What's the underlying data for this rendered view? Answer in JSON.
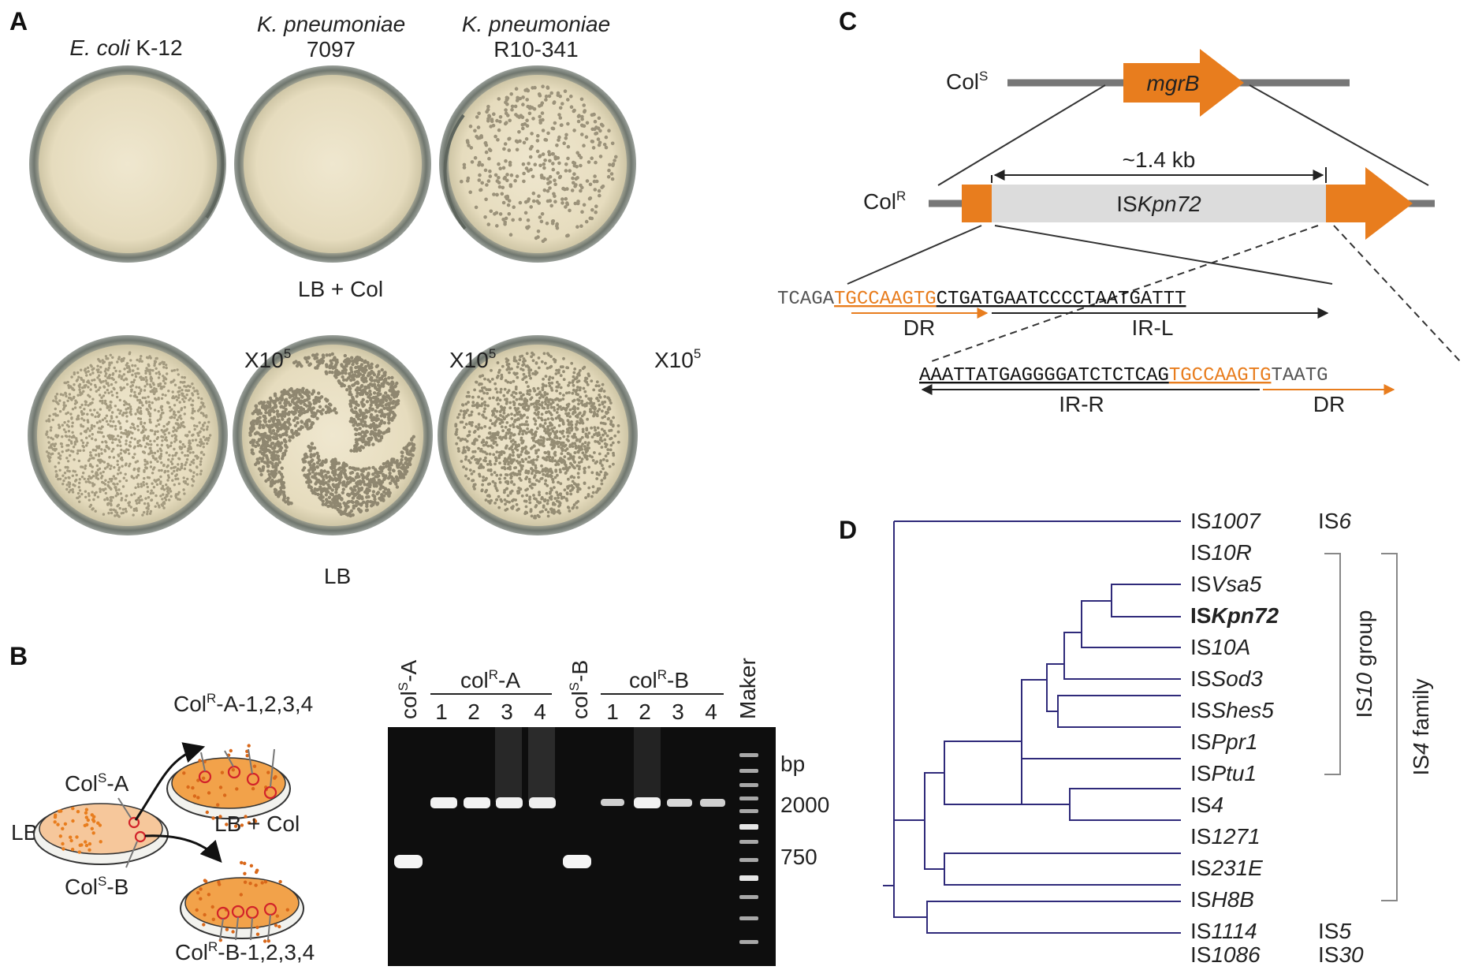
{
  "panels": {
    "a": "A",
    "b": "B",
    "c": "C",
    "d": "D"
  },
  "panel_a": {
    "strains": [
      {
        "italic": "E. coli",
        "plain": " K-12",
        "line2": ""
      },
      {
        "italic": "K. pneumoniae",
        "plain": "",
        "line2": "7097"
      },
      {
        "italic": "K. pneumoniae",
        "plain": "",
        "line2": "R10-341"
      }
    ],
    "medium_top": "LB + Col",
    "medium_bottom": "LB",
    "dilution": "X10",
    "dilution_exp": "5"
  },
  "panel_b": {
    "lb_label": "LB",
    "lbcol_label": "LB + Col",
    "cols_a": {
      "base": "Col",
      "sup": "S",
      "suffix": "-A"
    },
    "cols_b": {
      "base": "Col",
      "sup": "S",
      "suffix": "-B"
    },
    "colr_a": {
      "base": "Col",
      "sup": "R",
      "suffix": "-A-1,2,3,4"
    },
    "colr_b": {
      "base": "Col",
      "sup": "R",
      "suffix": "-B-1,2,3,4"
    },
    "gel": {
      "col_s_a": {
        "base": "col",
        "sup": "S",
        "suffix": "-A"
      },
      "col_r_a": {
        "base": "col",
        "sup": "R",
        "suffix": "-A"
      },
      "col_s_b": {
        "base": "col",
        "sup": "S",
        "suffix": "-B"
      },
      "col_r_b": {
        "base": "col",
        "sup": "R",
        "suffix": "-B"
      },
      "lane_nums": [
        "1",
        "2",
        "3",
        "4"
      ],
      "marker": "Maker",
      "bp": "bp",
      "size_high": "2000",
      "size_low": "750"
    }
  },
  "panel_c": {
    "cols_label": {
      "base": "Col",
      "sup": "S"
    },
    "colr_label": {
      "base": "Col",
      "sup": "R"
    },
    "gene": "mgrB",
    "length": "~1.4 kb",
    "is_prefix": "IS",
    "is_name": "Kpn72",
    "seq1_a": "TCAGA",
    "seq1_dr": "TGCCAAGTG",
    "seq1_b": "CTGATGAATCCCCTAATGATTT",
    "seq2_a": "AAATTATGAGGGGATCTCTCAG",
    "seq2_dr": "TGCCAAGTG",
    "seq2_b": "TAATG",
    "dr": "DR",
    "irl": "IR-L",
    "irr": "IR-R",
    "accent_color": "#e87d1e"
  },
  "panel_d": {
    "leaves": [
      {
        "pre": "IS",
        "it": "1007",
        "family": "IS",
        "family_it": "6"
      },
      {
        "pre": "IS",
        "it": "10R"
      },
      {
        "pre": "IS",
        "it": "Vsa5"
      },
      {
        "pre": "IS",
        "it": "Kpn72"
      },
      {
        "pre": "IS",
        "it": "10A"
      },
      {
        "pre": "IS",
        "it": "Sod3"
      },
      {
        "pre": "IS",
        "it": "Shes5"
      },
      {
        "pre": "IS",
        "it": "Ppr1"
      },
      {
        "pre": "IS",
        "it": "Ptu1"
      },
      {
        "pre": "IS",
        "it": "4"
      },
      {
        "pre": "IS",
        "it": "1271"
      },
      {
        "pre": "IS",
        "it": "231E"
      },
      {
        "pre": "IS",
        "it": "H8B"
      },
      {
        "pre": "IS",
        "it": "1114",
        "family": "IS",
        "family_it": "5"
      },
      {
        "pre": "IS",
        "it": "1086",
        "family": "IS",
        "family_it": "30"
      }
    ],
    "group_pre": "IS",
    "group_it": "10",
    "group_post": " group",
    "family_pre": "IS",
    "family_it": "4",
    "family_post": " family",
    "tree_color": "#2f2a7a",
    "highlight_color": "#d2232a"
  }
}
